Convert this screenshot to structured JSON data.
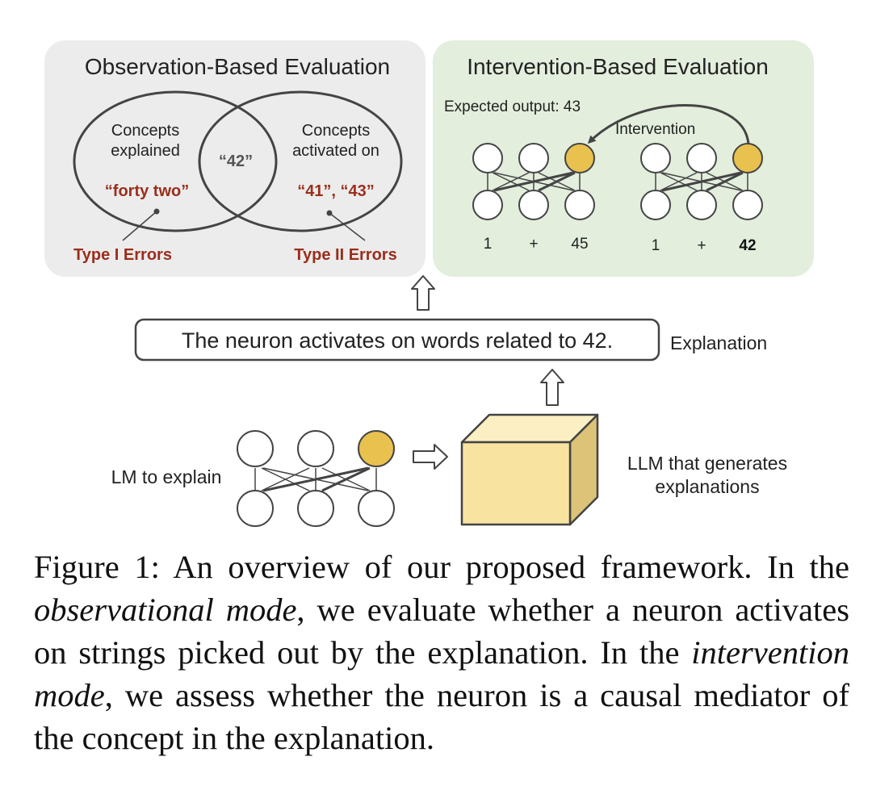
{
  "colors": {
    "obs_panel_bg": "#ececec",
    "int_panel_bg": "#e3eedd",
    "error_text": "#9a2e1c",
    "highlight_neuron": "#e9c14e",
    "llm_box_front": "#f8e3a0",
    "llm_box_top": "#fcefc3",
    "llm_box_side": "#dcc377",
    "stroke": "#444444"
  },
  "observation_panel": {
    "title": "Observation-Based Evaluation",
    "left_circle_label_line1": "Concepts",
    "left_circle_label_line2": "explained",
    "right_circle_label_line1": "Concepts",
    "right_circle_label_line2": "activated on",
    "overlap_label": "“42”",
    "left_example": "“forty two”",
    "right_example": "“41”, “43”",
    "type1_label": "Type I Errors",
    "type2_label": "Type II Errors"
  },
  "intervention_panel": {
    "title": "Intervention-Based Evaluation",
    "expected_output": "Expected output: 43",
    "intervention_label": "Intervention",
    "left_network_tokens": [
      "1",
      "+",
      "45"
    ],
    "right_network_tokens": [
      "1",
      "+",
      "42"
    ]
  },
  "explanation": {
    "text": "The neuron activates on words related to 42.",
    "label": "Explanation"
  },
  "lm_label": "LM to explain",
  "llm_label_line1": "LLM that generates",
  "llm_label_line2": "explanations",
  "caption": {
    "p1": "Figure 1: An overview of our proposed framework. In the ",
    "p1_em": "observational mode",
    "p2": ", we evaluate whether a neuron activates on strings picked out by the explanation. In the ",
    "p2_em": "intervention mode",
    "p3": ", we assess whether the neuron is a causal mediator of the concept in the explanation."
  }
}
